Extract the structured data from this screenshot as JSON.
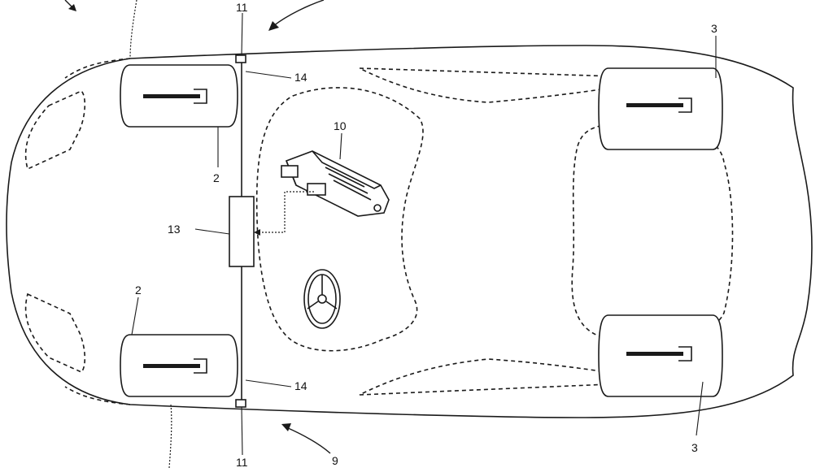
{
  "labels": {
    "ref_2_a": "2",
    "ref_2_b": "2",
    "ref_3_a": "3",
    "ref_3_b": "3",
    "ref_9": "9",
    "ref_10": "10",
    "ref_11_a": "11",
    "ref_11_b": "11",
    "ref_13": "13",
    "ref_14_a": "14",
    "ref_14_b": "14"
  },
  "colors": {
    "line": "#1a1a1a",
    "background": "#ffffff"
  }
}
